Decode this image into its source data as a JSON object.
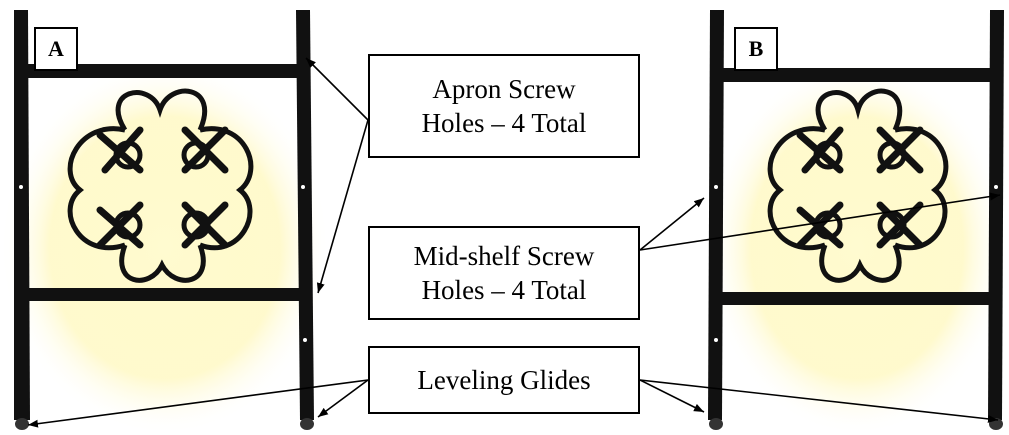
{
  "panels": {
    "a": {
      "label": "A"
    },
    "b": {
      "label": "B"
    }
  },
  "callouts": {
    "apron": {
      "line1": "Apron Screw",
      "line2": "Holes – 4 Total"
    },
    "midshelf": {
      "line1": "Mid-shelf Screw",
      "line2": "Holes – 4 Total"
    },
    "glides": {
      "line1": "Leveling Glides"
    }
  },
  "colors": {
    "metal": "#111111",
    "glow": "#fff9c4",
    "arrow": "#000000",
    "background": "#ffffff"
  }
}
